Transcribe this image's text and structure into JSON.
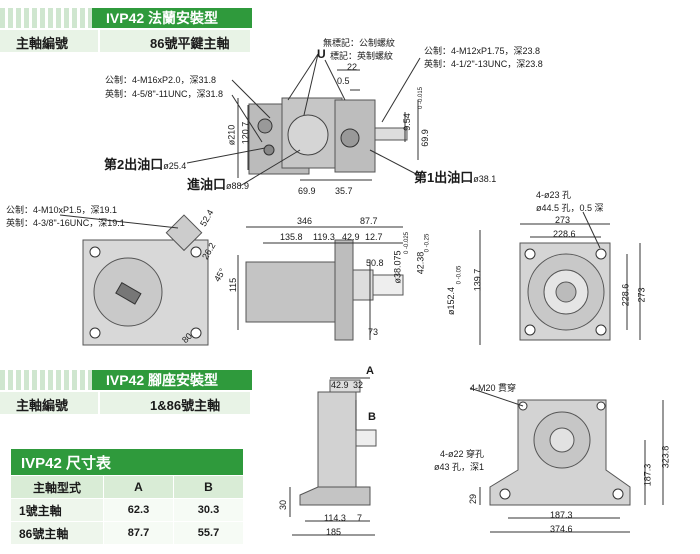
{
  "flange": {
    "title": "IVP42 法蘭安裝型",
    "shaft_label": "主軸編號",
    "shaft_value": "86號平鍵主軸",
    "thread_mark_metric": "無標記：公制螺紋",
    "thread_mark_u": "U",
    "thread_mark_unc": "標記：英制螺紋",
    "left_metric": "公制：4-M16xP2.0，深31.8",
    "left_imperial": "英制：4-5/8\"-11UNC，深31.8",
    "right_metric": "公制：4-M12xP1.75，深23.8",
    "right_imperial": "英制：4-1/2\"-13UNC，深23.8",
    "port2": "第2出油口",
    "port2_size": "ø25.4",
    "port_in": "進油口",
    "port_in_size": "ø88.9",
    "port1": "第1出油口",
    "port1_size": "ø38.1",
    "dims_top": [
      "22",
      "0.5",
      "9.54",
      "69.9",
      "ø210",
      "120.7",
      "69.9",
      "35.7"
    ],
    "tol_954": "0 -0.015",
    "side_metric": "公制：4-M10xP1.5，深19.1",
    "side_imperial": "英制：4-3/8\"-16UNC，深19.1",
    "side_dims": [
      "52.4",
      "26.2",
      "45°",
      "80",
      "115"
    ],
    "mid_dims": [
      "346",
      "87.7",
      "135.8",
      "119.3",
      "42.9",
      "12.7",
      "50.8",
      "ø38.075",
      "42.38",
      "ø152.4",
      "139.7",
      "73"
    ],
    "tol_38": "0 -0.025",
    "tol_4238": "0 -0.25",
    "tol_152": "0 -0.05",
    "right_holes": "4-ø23 孔",
    "right_holes2": "ø44.5 孔，0.5 深",
    "right_dims": [
      "273",
      "228.6",
      "228.6",
      "273"
    ]
  },
  "foot": {
    "title": "IVP42 腳座安裝型",
    "shaft_label": "主軸編號",
    "shaft_value": "1&86號主軸",
    "dims_left": [
      "A",
      "42.9",
      "32",
      "B",
      "30",
      "114.3",
      "7",
      "185"
    ],
    "m20": "4-M20 貫穿",
    "holes": "4-ø22 穿孔",
    "holes2": "ø43 孔，深1",
    "dims_right": [
      "323.8",
      "187.3",
      "29",
      "187.3",
      "374.6"
    ]
  },
  "table": {
    "title": "IVP42 尺寸表",
    "col_type": "主軸型式",
    "col_a": "A",
    "col_b": "B",
    "rows": [
      {
        "type": "1號主軸",
        "a": "62.3",
        "b": "30.3"
      },
      {
        "type": "86號主軸",
        "a": "87.7",
        "b": "55.7"
      }
    ]
  },
  "colors": {
    "accent": "#2f9a3c",
    "light": "#e8f3e6",
    "drawing": "#333333"
  }
}
